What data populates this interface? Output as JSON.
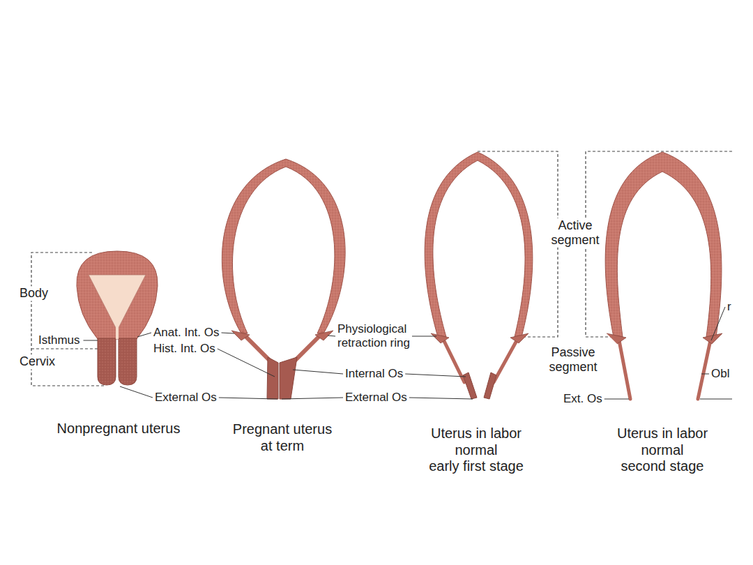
{
  "diagram": {
    "labels": [
      "Active segment",
      "Body",
      "Anat. Int. Os",
      "Physiological retraction ring",
      "r",
      "Isthmus",
      "Hist. Int. Os",
      "Passive segment",
      "Cervix",
      "Internal Os",
      "Obl",
      "External Os",
      "External Os",
      "Ext. Os",
      "Nonpregnant uterus",
      "Pregnant uterus at term",
      "Uterus in labor normal early first stage",
      "Uterus in labor normal second stage"
    ]
  }
}
